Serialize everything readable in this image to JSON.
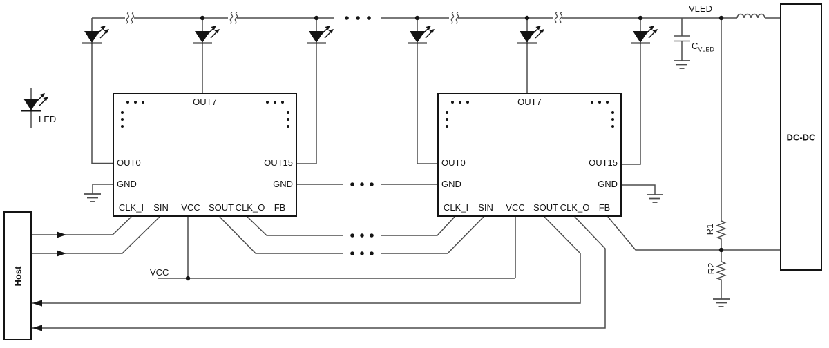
{
  "diagram": {
    "legend": {
      "led": "LED"
    },
    "host": {
      "label": "Host"
    },
    "dcdc": {
      "label": "DC-DC"
    },
    "power": {
      "vled": "VLED",
      "vcc_rail": "VCC",
      "cap_name": "C",
      "cap_sub": "VLED",
      "r1": "R1",
      "r2": "R2"
    },
    "ics": [
      {
        "out7": "OUT7",
        "out0": "OUT0",
        "out15": "OUT15",
        "gnd_left": "GND",
        "gnd_right": "GND",
        "clk_i": "CLK_I",
        "sin": "SIN",
        "vcc": "VCC",
        "sout": "SOUT",
        "clk_o": "CLK_O",
        "fb": "FB"
      },
      {
        "out7": "OUT7",
        "out0": "OUT0",
        "out15": "OUT15",
        "gnd_left": "GND",
        "gnd_right": "GND",
        "clk_i": "CLK_I",
        "sin": "SIN",
        "vcc": "VCC",
        "sout": "SOUT",
        "clk_o": "CLK_O",
        "fb": "FB"
      }
    ]
  }
}
